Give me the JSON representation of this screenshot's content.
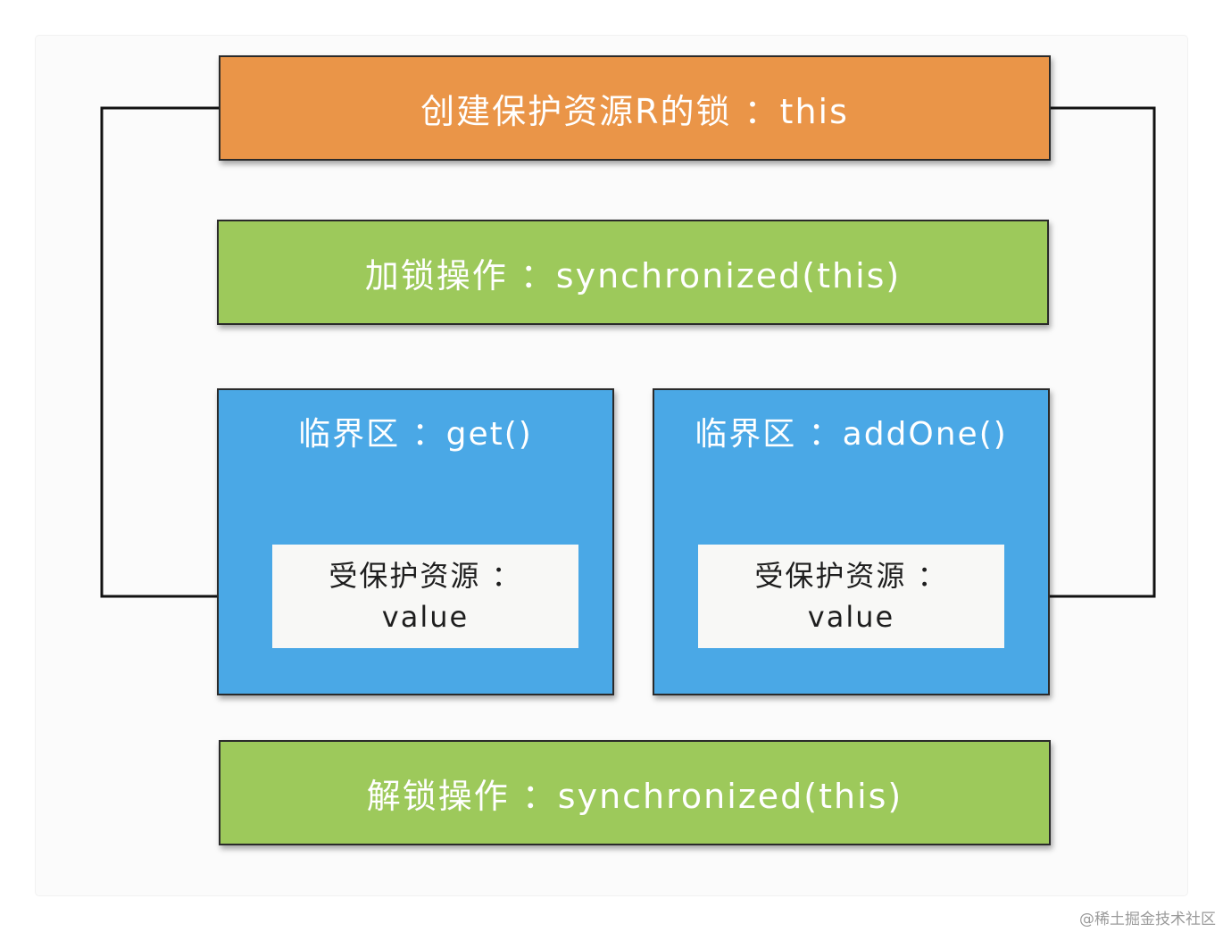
{
  "diagram": {
    "lock_creation": "创建保护资源R的锁 ：this",
    "acquire_lock": "加锁操作 ：synchronized(this)",
    "critical_sections": [
      {
        "label": "临界区 ：get()",
        "resource_line1": "受保护资源 ：",
        "resource_line2": "value"
      },
      {
        "label": "临界区 ：addOne()",
        "resource_line1": "受保护资源 ：",
        "resource_line2": "value"
      }
    ],
    "release_lock": "解锁操作 ：synchronized(this)"
  },
  "colors": {
    "lock_box": "#ea9548",
    "operation_box": "#9dc95b",
    "critical_section_box": "#4aa8e6",
    "resource_box": "#f8f8f6",
    "connector": "#111111"
  },
  "watermark": "@稀土掘金技术社区"
}
